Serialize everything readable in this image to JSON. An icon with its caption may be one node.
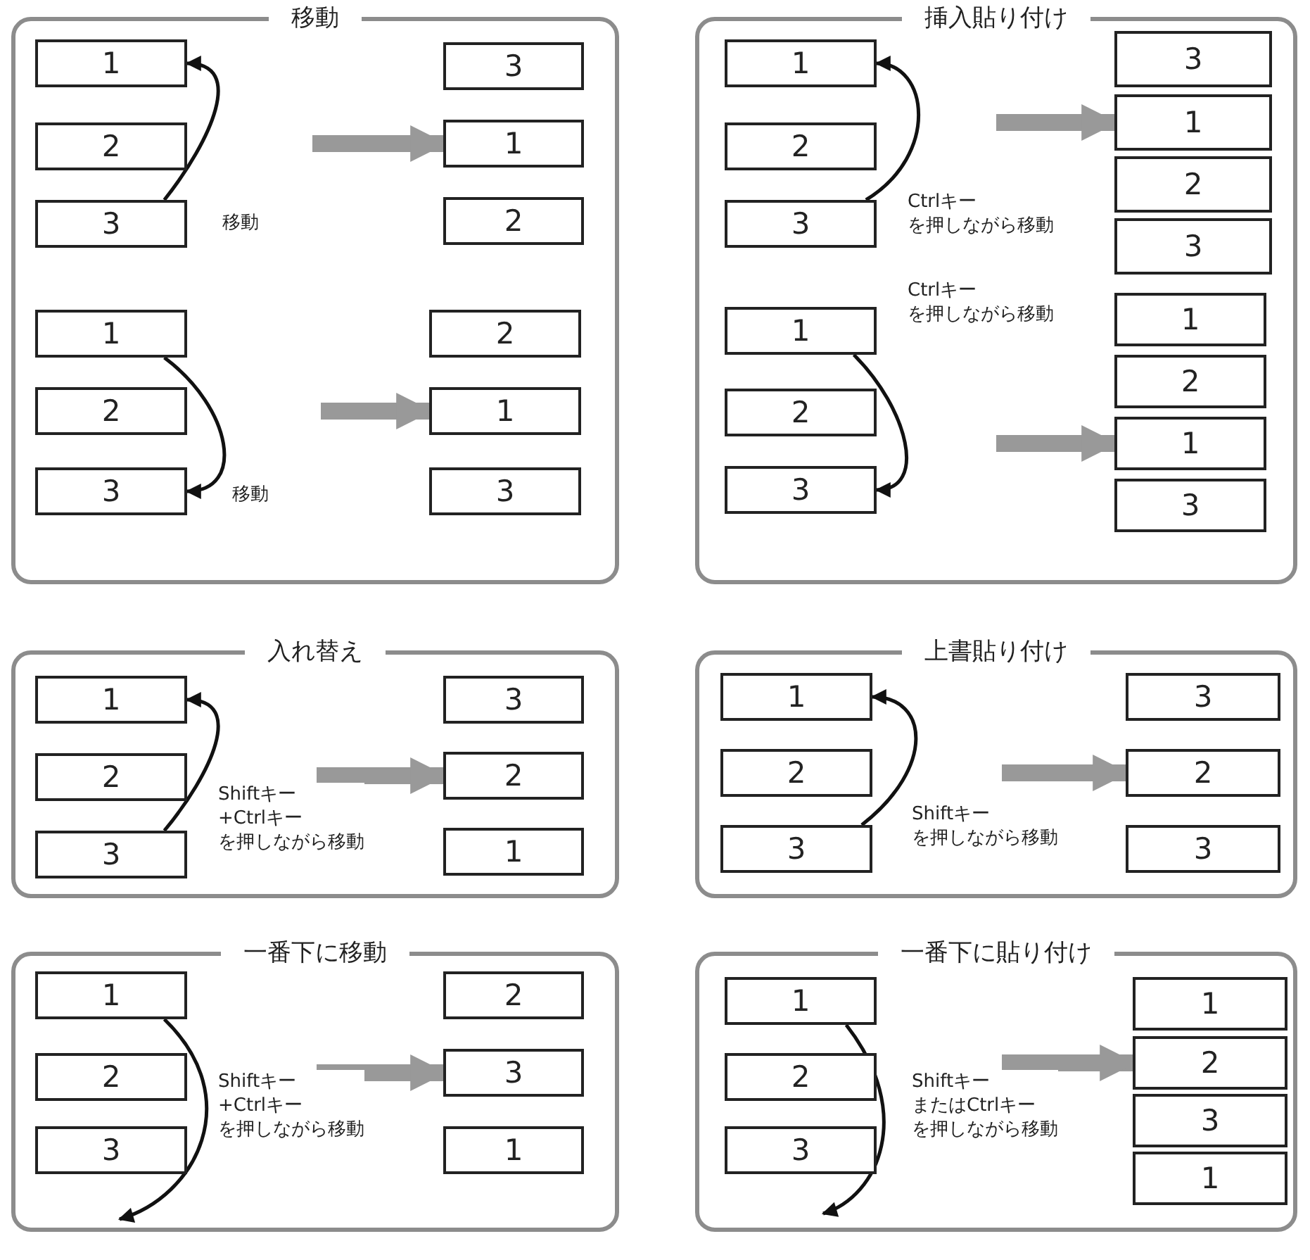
{
  "diagram": {
    "nodes": [
      {
        "text": [
          "移動"
        ]
      },
      {
        "text": [
          "1"
        ],
        "in": 0
      },
      {
        "text": [
          "2"
        ],
        "in": 0
      },
      {
        "text": [
          "3"
        ],
        "in": 0
      },
      {
        "text": [
          "3"
        ],
        "in": 0
      },
      {
        "text": [
          "1"
        ],
        "in": 0
      },
      {
        "text": [
          "2"
        ],
        "in": 0
      },
      {
        "text": [
          "1"
        ],
        "in": 0
      },
      {
        "text": [
          "2"
        ],
        "in": 0
      },
      {
        "text": [
          "3"
        ],
        "in": 0
      },
      {
        "text": [
          "2"
        ],
        "in": 0
      },
      {
        "text": [
          "1"
        ],
        "in": 0
      },
      {
        "text": [
          "3"
        ],
        "in": 0
      },
      {
        "text": [
          "挿入貼り付け"
        ]
      },
      {
        "text": [
          "1"
        ],
        "in": 13
      },
      {
        "text": [
          "2"
        ],
        "in": 13
      },
      {
        "text": [
          "3"
        ],
        "in": 13
      },
      {
        "text": [
          "3"
        ],
        "in": 13
      },
      {
        "text": [
          "1"
        ],
        "in": 13
      },
      {
        "text": [
          "2"
        ],
        "in": 13
      },
      {
        "text": [
          "3"
        ],
        "in": 13
      },
      {
        "text": [
          "1"
        ],
        "in": 13
      },
      {
        "text": [
          "2"
        ],
        "in": 13
      },
      {
        "text": [
          "3"
        ],
        "in": 13
      },
      {
        "text": [
          "1"
        ],
        "in": 13
      },
      {
        "text": [
          "2"
        ],
        "in": 13
      },
      {
        "text": [
          "1"
        ],
        "in": 13
      },
      {
        "text": [
          "3"
        ],
        "in": 13
      },
      {
        "text": [
          "入れ替え"
        ]
      },
      {
        "text": [
          "1"
        ],
        "in": 28
      },
      {
        "text": [
          "2"
        ],
        "in": 28
      },
      {
        "text": [
          "3"
        ],
        "in": 28
      },
      {
        "text": [
          "3"
        ],
        "in": 28
      },
      {
        "text": [
          "2"
        ],
        "in": 28
      },
      {
        "text": [
          "1"
        ],
        "in": 28
      },
      {
        "text": [
          "上書貼り付け"
        ]
      },
      {
        "text": [
          "1"
        ],
        "in": 35
      },
      {
        "text": [
          "2"
        ],
        "in": 35
      },
      {
        "text": [
          "3"
        ],
        "in": 35
      },
      {
        "text": [
          "3"
        ],
        "in": 35
      },
      {
        "text": [
          "2"
        ],
        "in": 35
      },
      {
        "text": [
          "3"
        ],
        "in": 35
      },
      {
        "text": [
          "一番下に移動"
        ]
      },
      {
        "text": [
          "1"
        ],
        "in": 42
      },
      {
        "text": [
          "2"
        ],
        "in": 42
      },
      {
        "text": [
          "3"
        ],
        "in": 42
      },
      {
        "text": [
          "2"
        ],
        "in": 42
      },
      {
        "text": [
          "3"
        ],
        "in": 42
      },
      {
        "text": [
          "1"
        ],
        "in": 42
      },
      {
        "text": [
          "一番下に貼り付け"
        ]
      },
      {
        "text": [
          "1"
        ],
        "in": 49
      },
      {
        "text": [
          "2"
        ],
        "in": 49
      },
      {
        "text": [
          "3"
        ],
        "in": 49
      },
      {
        "text": [
          "1"
        ],
        "in": 49
      },
      {
        "text": [
          "2"
        ],
        "in": 49
      },
      {
        "text": [
          "3"
        ],
        "in": 49
      },
      {
        "text": [
          "1"
        ],
        "in": 49
      }
    ],
    "edges": [
      {
        "from": 3,
        "to": 1,
        "arrow": "to",
        "label": "移動"
      },
      {
        "from": null,
        "to": 5,
        "arrow": "to",
        "style": "thick",
        "color": "#999999"
      },
      {
        "from": 7,
        "to": 9,
        "arrow": "to",
        "label": "移動"
      },
      {
        "from": null,
        "to": 11,
        "arrow": "to",
        "style": "thick",
        "color": "#999999"
      },
      {
        "from": 16,
        "to": 14,
        "arrow": "to",
        "label": "Ctrlキーを押しながら移動"
      },
      {
        "from": null,
        "to": 18,
        "arrow": "to",
        "style": "thick",
        "color": "#999999"
      },
      {
        "from": 21,
        "to": 23,
        "arrow": "to",
        "label": "Ctrlキーを押しながら移動"
      },
      {
        "from": null,
        "to": 26,
        "arrow": "to",
        "style": "thick",
        "color": "#999999"
      },
      {
        "from": 31,
        "to": 29,
        "arrow": "to",
        "label": "Shiftキー+Ctrlキーを押しながら移動"
      },
      {
        "from": null,
        "to": 33,
        "arrow": "to",
        "style": "thick",
        "color": "#999999"
      },
      {
        "from": 38,
        "to": 36,
        "arrow": "to",
        "label": "Shiftキーを押しながら移動"
      },
      {
        "from": null,
        "to": 40,
        "arrow": "to",
        "style": "thick",
        "color": "#999999"
      },
      {
        "from": 43,
        "to": null,
        "arrow": "to",
        "label": "Shiftキー+Ctrlキーを押しながら移動"
      },
      {
        "from": null,
        "to": 47,
        "arrow": "to",
        "style": "thick",
        "color": "#999999"
      },
      {
        "from": 50,
        "to": null,
        "arrow": "to",
        "label": "ShiftキーまたはCtrlキーを押しながら移動"
      },
      {
        "from": null,
        "to": 54,
        "arrow": "to",
        "style": "thick",
        "color": "#999999"
      }
    ]
  }
}
